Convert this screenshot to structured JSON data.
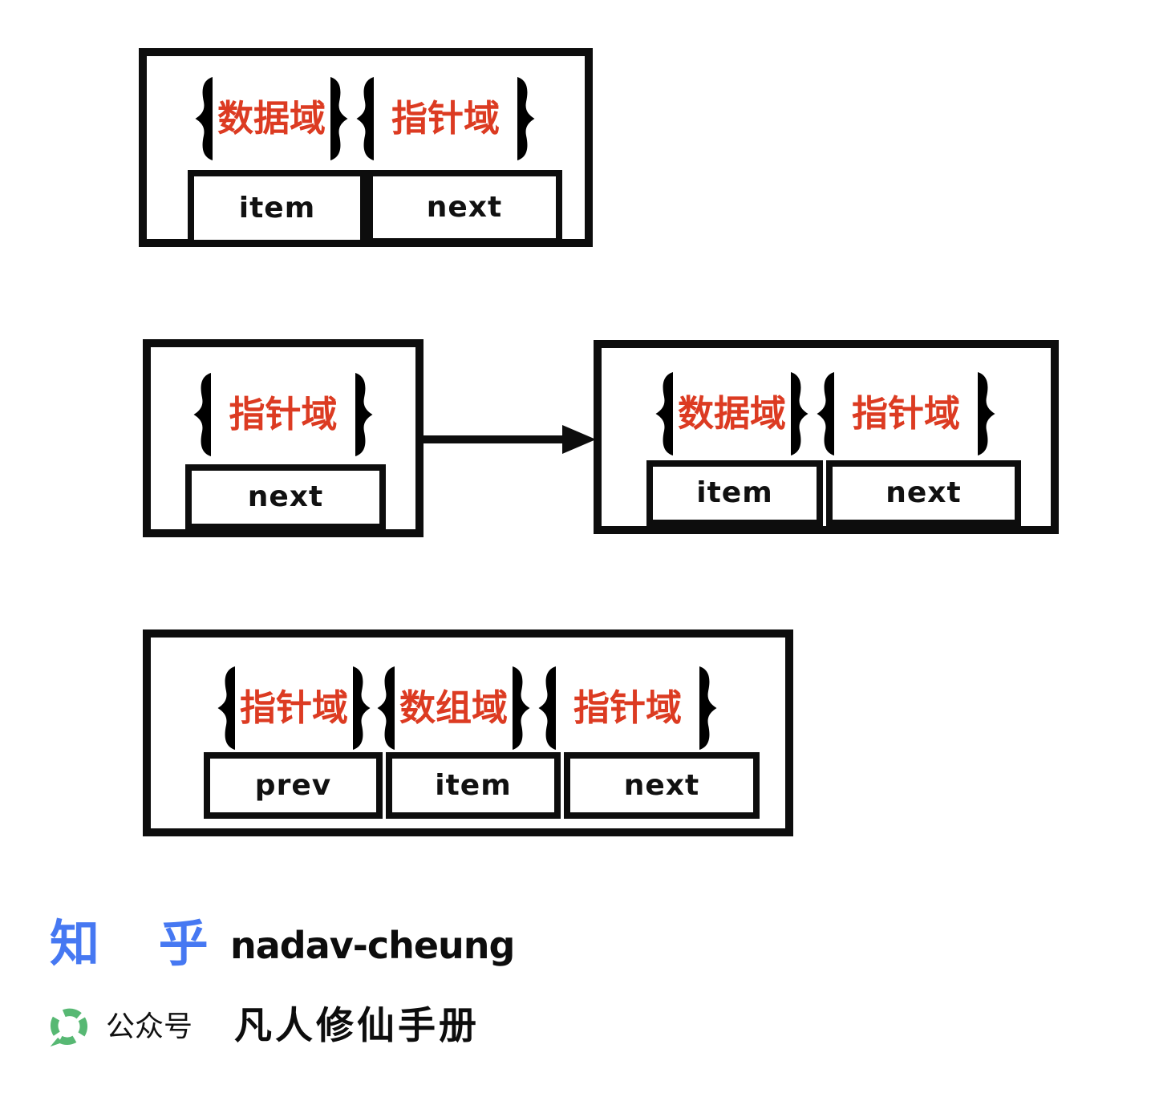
{
  "colors": {
    "stroke_black": "#0d0d0d",
    "domain_label_red": "#dc3b22",
    "zhihu_blue": "#4678f2",
    "wechat_green": "#57b873",
    "background": "#ffffff"
  },
  "nodes": {
    "single_node": {
      "domains": [
        "数据域",
        "指针域"
      ],
      "cells": [
        "item",
        "next"
      ]
    },
    "head_node": {
      "domains": [
        "指针域"
      ],
      "cells": [
        "next"
      ]
    },
    "target_node": {
      "domains": [
        "数据域",
        "指针域"
      ],
      "cells": [
        "item",
        "next"
      ]
    },
    "double_node": {
      "domains": [
        "指针域",
        "数组域",
        "指针域"
      ],
      "cells": [
        "prev",
        "item",
        "next"
      ]
    }
  },
  "icons": {
    "arrow": "right-arrow",
    "brace": "curly-brace",
    "wechat": "wechat-official-account-logo"
  },
  "footer": {
    "zhihu_logo_text": "知 乎",
    "author": "nadav-cheung",
    "wechat_platform_label": "公众号",
    "wechat_account_name": "凡人修仙手册"
  }
}
